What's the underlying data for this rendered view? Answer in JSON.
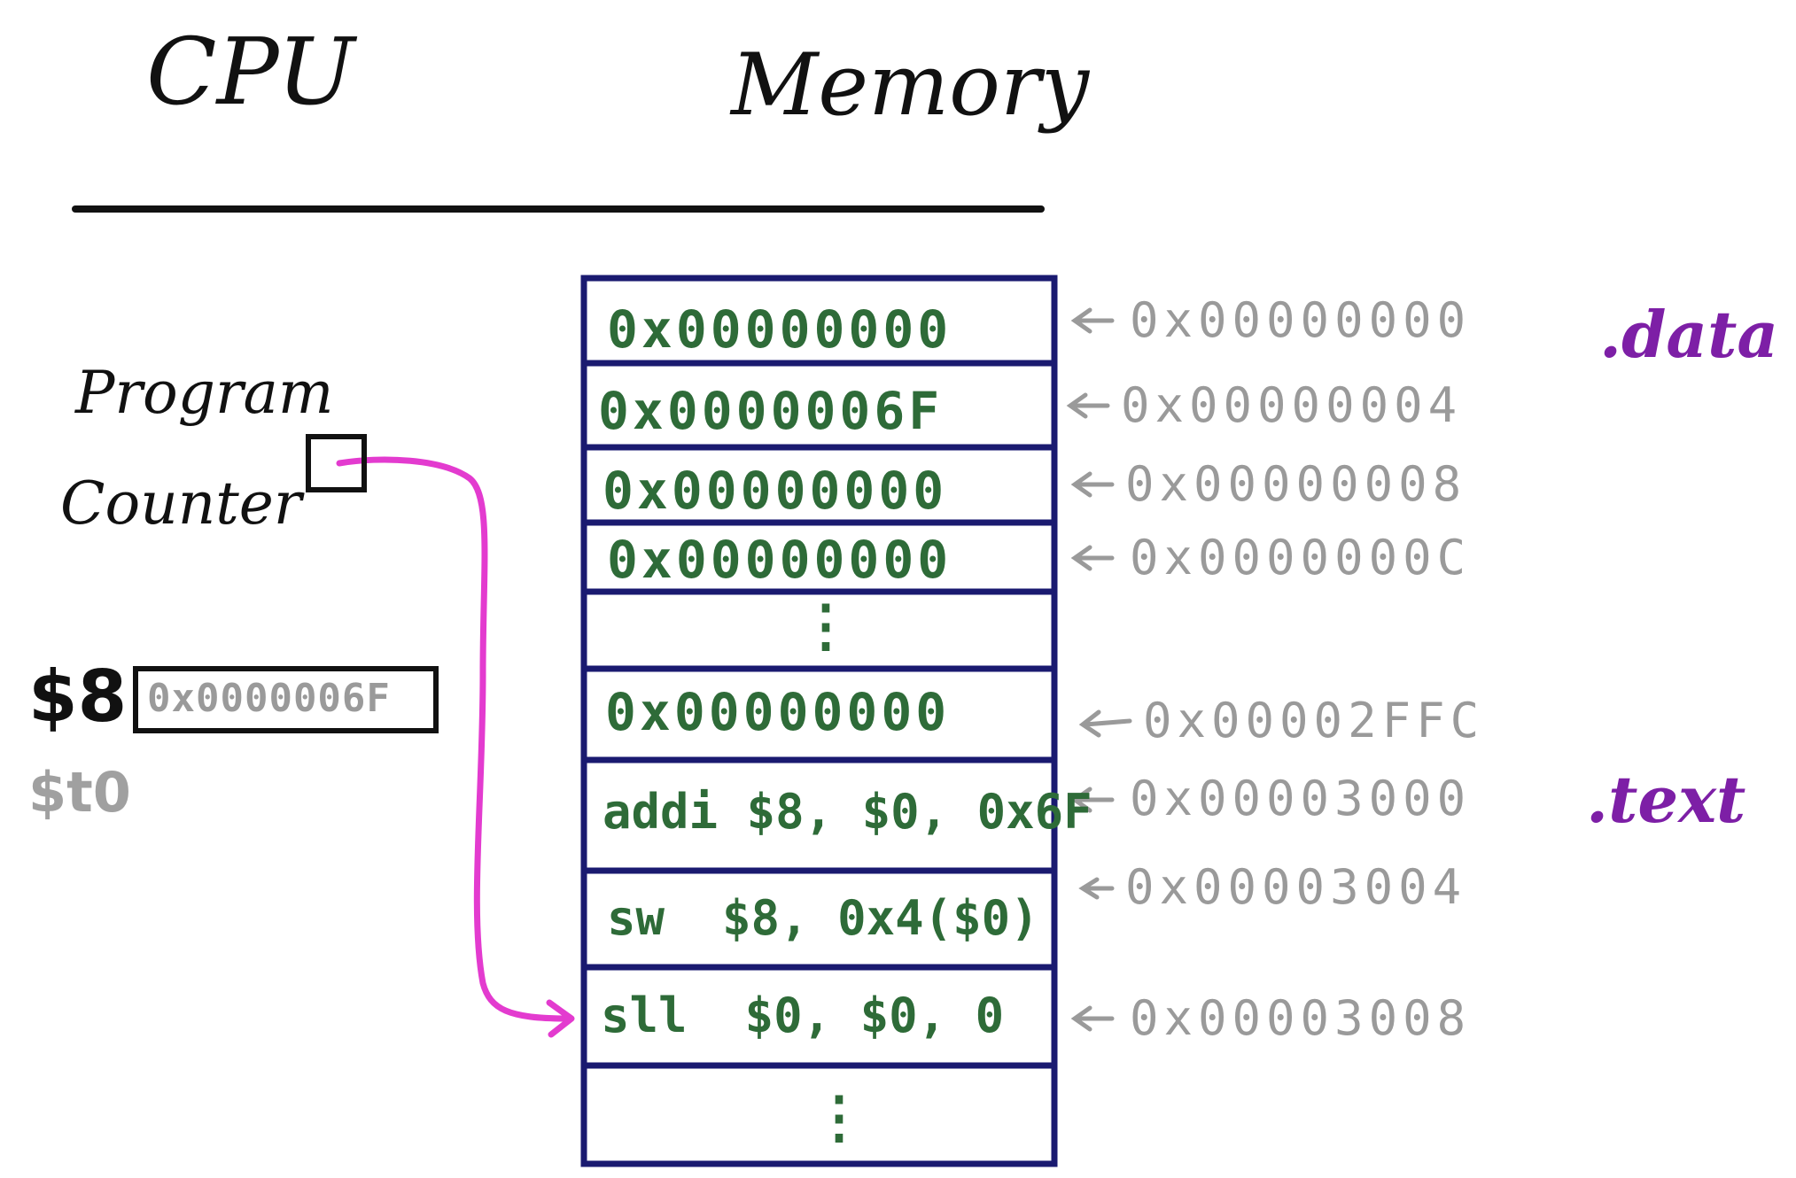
{
  "titles": {
    "cpu": "CPU",
    "memory": "Memory"
  },
  "cpu": {
    "pc_label_line1": "Program",
    "pc_label_line2": "Counter",
    "register": {
      "name": "$8",
      "alias": "$t0",
      "value": "0x0000006F"
    }
  },
  "memory": {
    "cells": [
      {
        "content": "0x00000000",
        "address": "0x00000000",
        "segment": ".data"
      },
      {
        "content": "0x0000006F",
        "address": "0x00000004"
      },
      {
        "content": "0x00000000",
        "address": "0x00000008"
      },
      {
        "content": "0x00000000",
        "address": "0x0000000C"
      },
      {
        "content": "⋮"
      },
      {
        "content": "0x00000000",
        "address": "0x00002FFC"
      },
      {
        "content": "addi $8, $0, 0x6F",
        "address": "0x00003000",
        "segment": ".text"
      },
      {
        "content": "sw  $8, 0x4($0)",
        "address": "0x00003004"
      },
      {
        "content": "sll  $0, $0, 0",
        "address": "0x00003008"
      },
      {
        "content": "⋮"
      }
    ]
  },
  "colors": {
    "ink": "#111111",
    "memory_border": "#1a1a70",
    "memory_text": "#2e6b38",
    "address_text": "#9a9a9a",
    "segment_label": "#7d1fa6",
    "pc_arrow": "#e33bcf"
  }
}
